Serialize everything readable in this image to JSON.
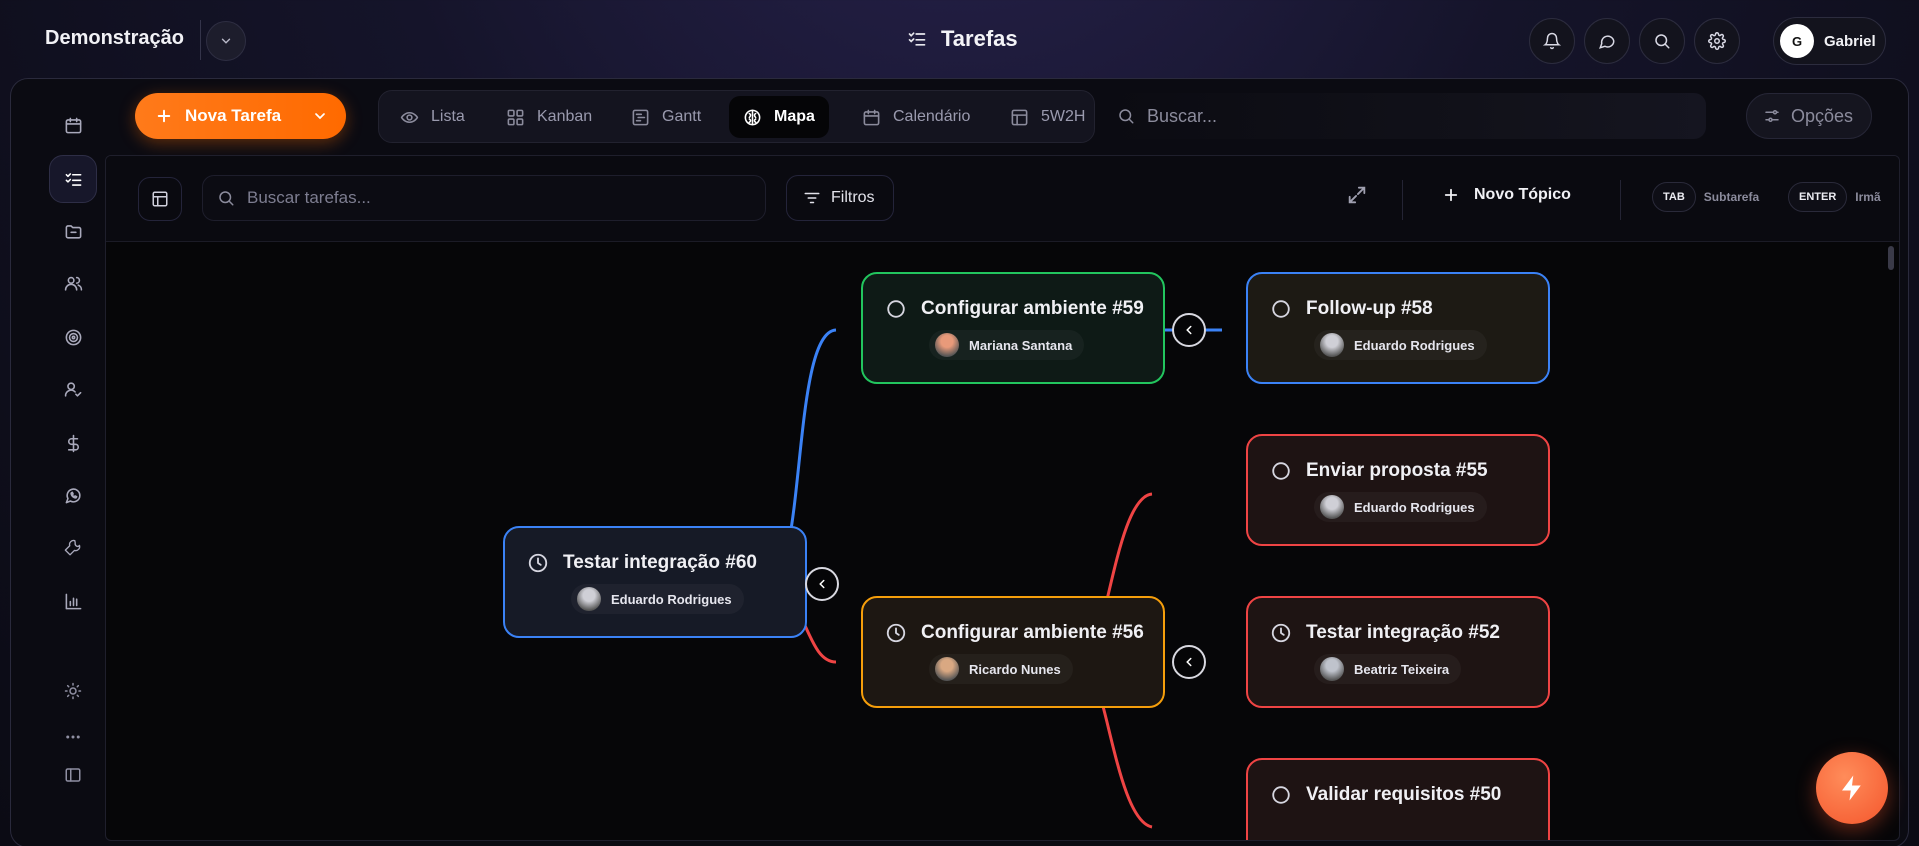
{
  "header": {
    "workspace": "Demonstração",
    "page_title": "Tarefas",
    "user_initial": "G",
    "user_name": "Gabriel"
  },
  "toolbar": {
    "new_task_label": "Nova Tarefa",
    "views": [
      {
        "label": "Lista",
        "icon": "eye-icon"
      },
      {
        "label": "Kanban",
        "icon": "kanban-icon"
      },
      {
        "label": "Gantt",
        "icon": "gantt-icon"
      },
      {
        "label": "Mapa",
        "icon": "brain-icon",
        "active": true
      },
      {
        "label": "Calendário",
        "icon": "calendar-icon"
      },
      {
        "label": "5W2H",
        "icon": "table-icon"
      }
    ],
    "search_placeholder": "Buscar...",
    "options_label": "Opções"
  },
  "board": {
    "task_search_placeholder": "Buscar tarefas...",
    "filters_label": "Filtros",
    "new_topic_label": "Novo Tópico",
    "shortcuts": [
      {
        "key": "TAB",
        "label": "Subtarefa"
      },
      {
        "key": "ENTER",
        "label": "Irmã"
      }
    ]
  },
  "sidebar": {
    "items": [
      "calendar-icon",
      "tasks-icon",
      "folder-icon",
      "users-icon",
      "target-icon",
      "user-check-icon",
      "dollar-icon",
      "whatsapp-icon",
      "wrench-icon",
      "chart-icon"
    ],
    "active_index": 1,
    "bottom": [
      "sun-icon",
      "more-icon",
      "panel-icon"
    ]
  },
  "nodes": [
    {
      "id": "n60",
      "title": "Testar integração #60",
      "assignee": "Eduardo Rodrigues",
      "status_icon": "clock-icon",
      "color": "#3b82f6",
      "bg": "#161a26"
    },
    {
      "id": "n59",
      "title": "Configurar ambiente #59",
      "assignee": "Mariana Santana",
      "status_icon": "circle-icon",
      "color": "#22c55e",
      "bg": "#0e1a16"
    },
    {
      "id": "n58",
      "title": "Follow-up #58",
      "assignee": "Eduardo Rodrigues",
      "status_icon": "circle-icon",
      "color": "#3b82f6",
      "bg": "#1d1a14"
    },
    {
      "id": "n55",
      "title": "Enviar proposta #55",
      "assignee": "Eduardo Rodrigues",
      "status_icon": "circle-icon",
      "color": "#ef4444",
      "bg": "#1e1313"
    },
    {
      "id": "n56",
      "title": "Configurar ambiente #56",
      "assignee": "Ricardo Nunes",
      "status_icon": "clock-icon",
      "color": "#f59e0b",
      "bg": "#1d1712"
    },
    {
      "id": "n52",
      "title": "Testar integração #52",
      "assignee": "Beatriz Teixeira",
      "status_icon": "clock-icon",
      "color": "#ef4444",
      "bg": "#1e1413"
    },
    {
      "id": "n50",
      "title": "Validar requisitos #50",
      "assignee": "",
      "status_icon": "circle-icon",
      "color": "#ef4444",
      "bg": "#1e1313"
    }
  ]
}
